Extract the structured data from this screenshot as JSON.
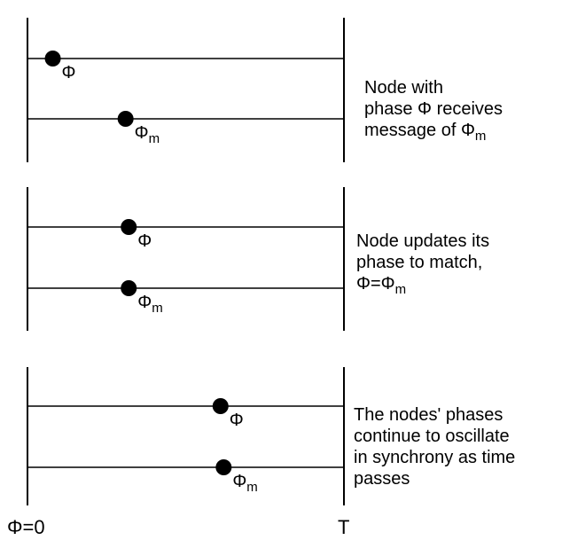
{
  "panels": [
    {
      "caption": "Node with\nphase Φ receives\nmessage of Φ",
      "caption_sub": "m",
      "node_label": "Φ",
      "message_label": "Φ",
      "message_sub": "m",
      "node_phase": 0.08,
      "message_phase": 0.31
    },
    {
      "caption": "Node updates its\nphase to match,\nΦ=Φ",
      "caption_sub": "m",
      "node_label": "Φ",
      "message_label": "Φ",
      "message_sub": "m",
      "node_phase": 0.32,
      "message_phase": 0.32
    },
    {
      "caption": "The nodes' phases\ncontinue to oscillate\nin synchrony as time\npasses",
      "caption_sub": "",
      "node_label": "Φ",
      "message_label": "Φ",
      "message_sub": "m",
      "node_phase": 0.61,
      "message_phase": 0.62
    }
  ],
  "axis": {
    "start_label": "Φ=0",
    "end_label": "T"
  }
}
